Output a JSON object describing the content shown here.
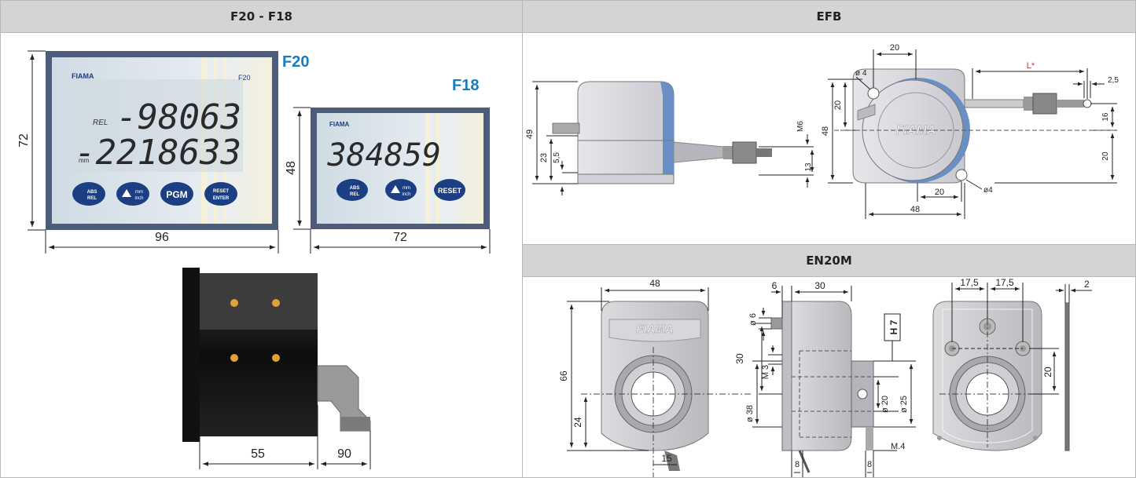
{
  "panels": {
    "left": {
      "title": "F20 - F18"
    },
    "efb": {
      "title": "EFB"
    },
    "en20m": {
      "title": "EN20M"
    }
  },
  "f20": {
    "label": "F20",
    "model_tag": "F20",
    "logo": "FIAMA",
    "rel_tag": "REL",
    "mm_tag": "mm",
    "line1": "-98063",
    "line2": "-2218633",
    "buttons": [
      "ABS REL",
      "mm inch",
      "PGM",
      "RESET ENTER"
    ],
    "dim_height": "72",
    "dim_width": "96"
  },
  "f18": {
    "label": "F18",
    "logo": "FIAMA",
    "display": "384859",
    "buttons": [
      "ABS REL",
      "mm inch",
      "RESET"
    ],
    "dim_height": "48",
    "dim_width": "72"
  },
  "side_view": {
    "dim_depth": "55",
    "dim_connector": "90"
  },
  "efb": {
    "dims": {
      "d49": "49",
      "d23": "23",
      "d55": "5,5",
      "m6": "M6",
      "d13": "13",
      "phi4a": "ø 4",
      "top20": "20",
      "left20": "20",
      "d48v": "48",
      "bot20": "20",
      "d48h": "48",
      "phi4b": "ø4",
      "lstar": "L*",
      "d25": "2,5",
      "d16": "16",
      "right20": "20"
    }
  },
  "en20m": {
    "logo": "FIAMA",
    "dims": {
      "d48": "48",
      "d66": "66",
      "d24": "24",
      "d15": "15",
      "d6a": "6",
      "d30a": "30",
      "phi6": "ø 6",
      "d30v": "30",
      "m3": "M 3",
      "phi38": "ø 38",
      "h7": "H 7",
      "phi20": "ø 20",
      "phi25": "ø 25",
      "m4": "M.4",
      "d8a": "8",
      "d8b": "8",
      "d175a": "17,5",
      "d175b": "17,5",
      "d20": "20",
      "d2": "2"
    }
  },
  "colors": {
    "lcd_bg": "#dfe8ee",
    "frame": "#4a5a75",
    "button": "#1b3f82",
    "label_blue": "#1a7bbf",
    "lstar_red": "#c0392b"
  }
}
